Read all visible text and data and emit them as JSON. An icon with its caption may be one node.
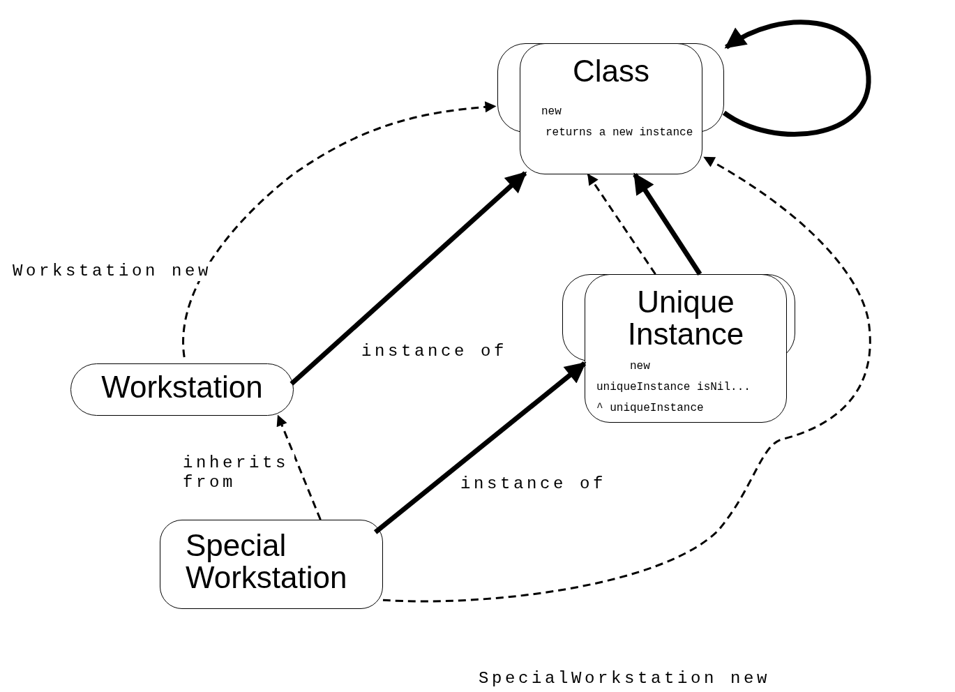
{
  "diagram": {
    "nodes": [
      {
        "text": [
          "Class",
          "new",
          "returns a new instance"
        ]
      },
      {
        "text": [
          "Unique Instance",
          "new",
          "uniqueInstance isNil...",
          "^ uniqueInstance"
        ]
      },
      {
        "text": [
          "Workstation"
        ]
      },
      {
        "text": [
          "Special Workstation"
        ]
      }
    ],
    "edges": [
      {
        "from": 2,
        "to": 0,
        "arrow": "to",
        "style": "thick",
        "label": "instance of"
      },
      {
        "from": 3,
        "to": 1,
        "arrow": "to",
        "style": "thick",
        "label": "instance of"
      },
      {
        "from": 3,
        "to": 2,
        "arrow": "to",
        "style": "dashed",
        "label": "inherits from"
      },
      {
        "from": 1,
        "to": 0,
        "arrow": "to",
        "style": "dashed"
      },
      {
        "from": 1,
        "to": 0,
        "arrow": "to",
        "style": "thick"
      },
      {
        "from": 0,
        "to": 0,
        "arrow": "to",
        "style": "thick"
      },
      {
        "from": 2,
        "to": 0,
        "arrow": "to",
        "style": "dashed",
        "label": "Workstation new"
      },
      {
        "from": 3,
        "to": 0,
        "arrow": "to",
        "style": "dashed",
        "label": "SpecialWorkstation new"
      }
    ]
  }
}
